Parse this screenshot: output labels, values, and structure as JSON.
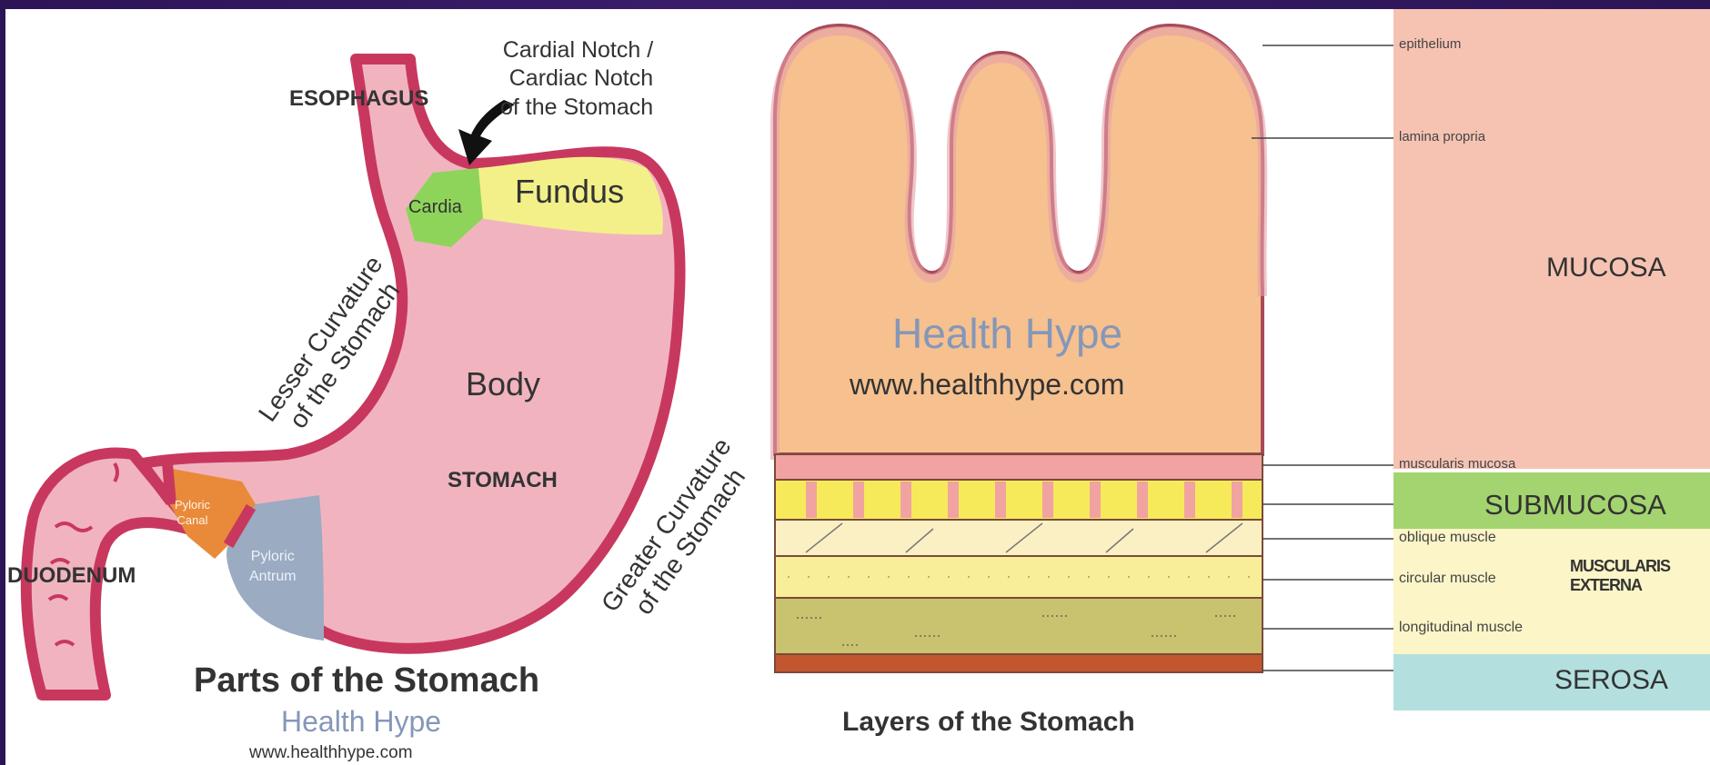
{
  "parts": {
    "esophagus": "ESOPHAGUS",
    "cardial_notch": [
      "Cardial Notch /",
      "Cardiac Notch",
      "of the Stomach"
    ],
    "fundus": "Fundus",
    "cardia": "Cardia",
    "lesser_curvature": [
      "Lesser Curvature",
      "of the Stomach"
    ],
    "body": "Body",
    "stomach": "STOMACH",
    "greater_curvature": [
      "Greater Curvature",
      "of the Stomach"
    ],
    "pyloric_canal": [
      "Pyloric",
      "Canal"
    ],
    "pyloric_antrum": [
      "Pyloric",
      "Antrum"
    ],
    "duodenum": "DUODENUM",
    "title": "Parts of the Stomach",
    "brand": "Health Hype",
    "url": "www.healthhype.com"
  },
  "layers": {
    "brand": "Health Hype",
    "url": "www.healthhype.com",
    "title": "Layers of the Stomach",
    "labels": {
      "epithelium": "epithelium",
      "lamina_propria": "lamina propria",
      "muscularis_mucosa": "muscularis mucosa",
      "oblique": "oblique muscle",
      "circular": "circular muscle",
      "longitudinal": "longitudinal muscle"
    },
    "groups": {
      "mucosa": "MUCOSA",
      "submucosa": "SUBMUCOSA",
      "muscularis_externa": [
        "MUSCULARIS",
        "EXTERNA"
      ],
      "serosa": "SEROSA"
    }
  },
  "colors": {
    "stomach_wall": "#c8385e",
    "stomach_fill": "#f1b4bf",
    "fundus": "#f3f08a",
    "cardia": "#8fd45a",
    "pyloric_canal": "#e98a3a",
    "pyloric_antrum": "#9aabc2",
    "brand": "#8597b9",
    "mucosa_tissue": "#f6c08f",
    "mucosa_band": "#f6c3b2",
    "submucosa_band": "#a3d46f",
    "serosa_band": "#b3e0de"
  }
}
